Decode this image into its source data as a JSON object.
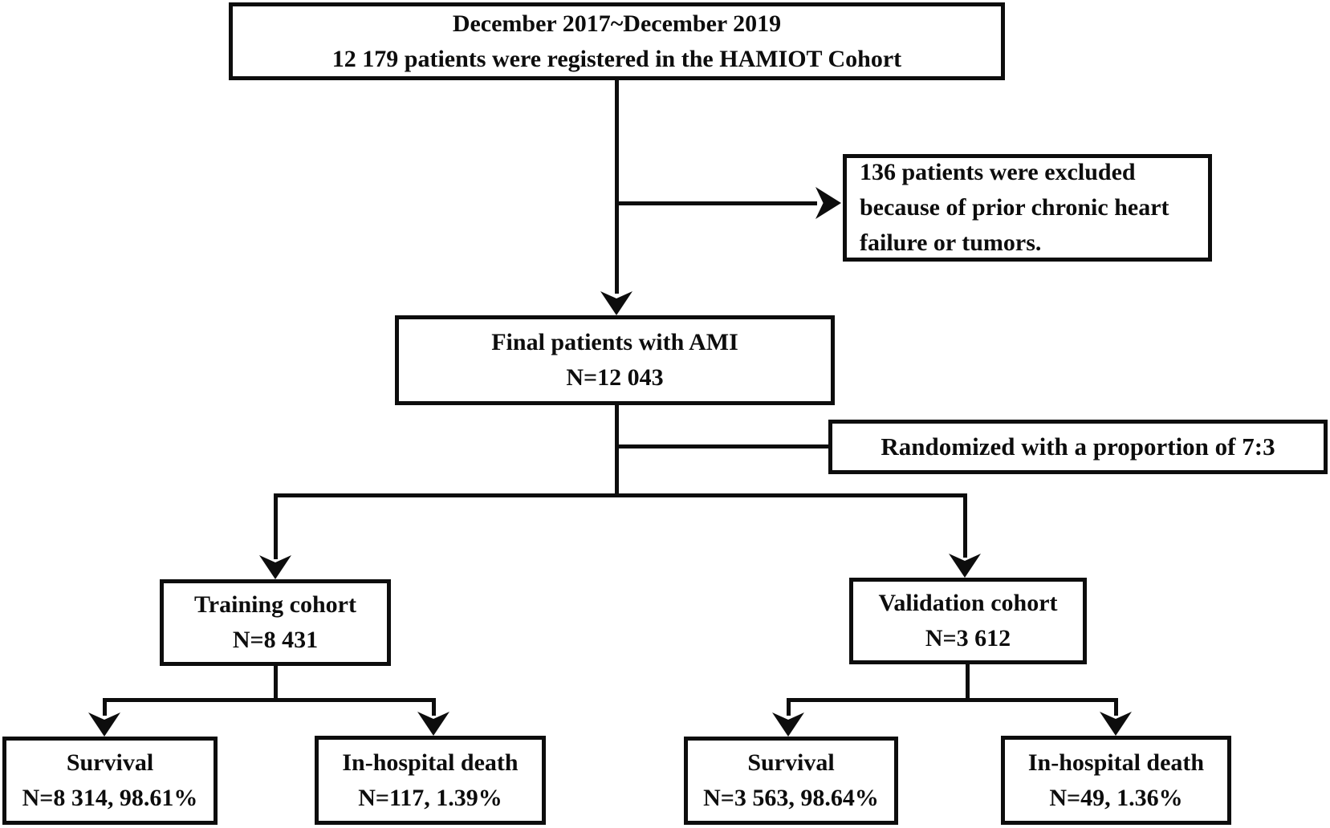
{
  "colors": {
    "ink": "#0d0d0d",
    "background": "#ffffff"
  },
  "flowchart": {
    "registered": {
      "line1": "December 2017~December 2019",
      "line2": "12 179 patients were registered in the HAMIOT Cohort"
    },
    "excluded": {
      "text": "136 patients were excluded because of prior chronic heart failure or tumors."
    },
    "final": {
      "line1": "Final patients with AMI",
      "line2": "N=12 043"
    },
    "randomized": {
      "text": "Randomized with a proportion of 7:3"
    },
    "training": {
      "line1": "Training cohort",
      "line2": "N=8 431"
    },
    "validation": {
      "line1": "Validation cohort",
      "line2": "N=3 612"
    },
    "training_survival": {
      "line1": "Survival",
      "line2": "N=8 314, 98.61%"
    },
    "training_death": {
      "line1": "In-hospital death",
      "line2": "N=117, 1.39%"
    },
    "validation_survival": {
      "line1": "Survival",
      "line2": "N=3 563, 98.64%"
    },
    "validation_death": {
      "line1": "In-hospital death",
      "line2": "N=49, 1.36%"
    }
  }
}
